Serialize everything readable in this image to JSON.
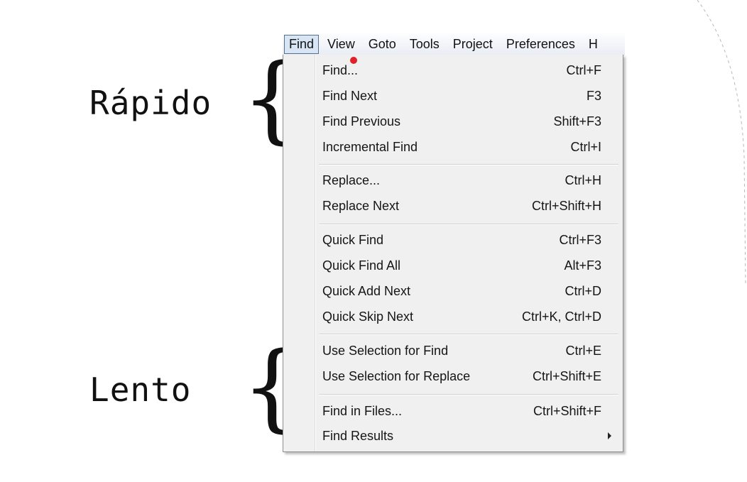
{
  "annotations": {
    "fast_label": "Rápido",
    "slow_label": "Lento"
  },
  "menubar": {
    "items": [
      {
        "label": "Find",
        "active": true
      },
      {
        "label": "View"
      },
      {
        "label": "Goto"
      },
      {
        "label": "Tools"
      },
      {
        "label": "Project"
      },
      {
        "label": "Preferences"
      },
      {
        "label": "H"
      }
    ]
  },
  "find_menu": {
    "items": [
      {
        "label": "Find...",
        "shortcut": "Ctrl+F"
      },
      {
        "label": "Find Next",
        "shortcut": "F3"
      },
      {
        "label": "Find Previous",
        "shortcut": "Shift+F3"
      },
      {
        "label": "Incremental Find",
        "shortcut": "Ctrl+I"
      },
      {
        "label": "Replace...",
        "shortcut": "Ctrl+H"
      },
      {
        "label": "Replace Next",
        "shortcut": "Ctrl+Shift+H"
      },
      {
        "label": "Quick Find",
        "shortcut": "Ctrl+F3"
      },
      {
        "label": "Quick Find All",
        "shortcut": "Alt+F3"
      },
      {
        "label": "Quick Add Next",
        "shortcut": "Ctrl+D"
      },
      {
        "label": "Quick Skip Next",
        "shortcut": "Ctrl+K, Ctrl+D"
      },
      {
        "label": "Use Selection for Find",
        "shortcut": "Ctrl+E"
      },
      {
        "label": "Use Selection for Replace",
        "shortcut": "Ctrl+Shift+E"
      },
      {
        "label": "Find in Files...",
        "shortcut": "Ctrl+Shift+F"
      },
      {
        "label": "Find Results",
        "shortcut": "",
        "submenu_arrow": "chevron-right-icon"
      }
    ]
  },
  "colors": {
    "active_menu_bg": "#d8e5f5",
    "menu_bg": "#f0f0f0",
    "cursor_dot": "#e0202a"
  }
}
